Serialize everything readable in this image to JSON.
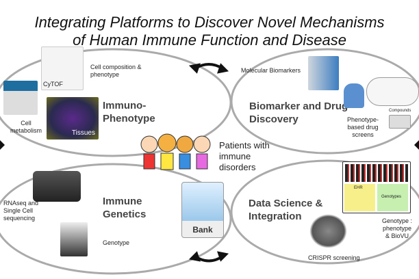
{
  "title": {
    "line1": "Integrating Platforms to Discover Novel Mechanisms",
    "line2": "of Human Immune Function and Disease"
  },
  "immunophenotype": {
    "heading_line1": "Immuno-",
    "heading_line2": "Phenotype",
    "cell_composition": "Cell composition & phenotype",
    "cytof": "CyTOF",
    "cell_metabolism": "Cell metabolism",
    "tissues": "Tissues"
  },
  "biomarker": {
    "heading_line1": "Biomarker and Drug",
    "heading_line2": "Discovery",
    "molecular": "Molecular Biomarkers",
    "screens": "Phenotype-based drug screens",
    "compounds": "Compounds"
  },
  "genetics": {
    "heading_line1": "Immune",
    "heading_line2": "Genetics",
    "rnaseq": "RNAseq and Single Cell sequencing",
    "genotype": "Genotype"
  },
  "datascience": {
    "heading_line1": "Data Science &",
    "heading_line2": "Integration",
    "ehr": "EHR",
    "genotypes": "Genotypes",
    "biovu": "Genotype : phenotype & BioVU",
    "crispr": "CRISPR screening"
  },
  "center": {
    "patients": "Patients with immune disorders",
    "bank": "Bank"
  },
  "colors": {
    "ellipse": "#aaaaaa",
    "heading": "#444444"
  }
}
